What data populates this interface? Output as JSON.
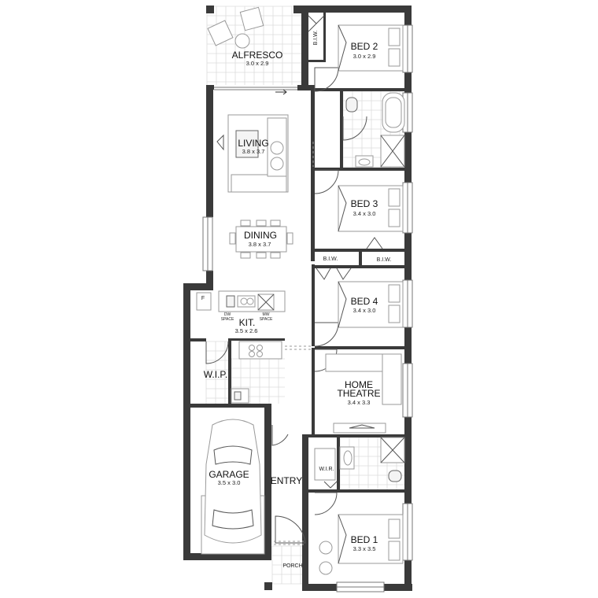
{
  "rooms": {
    "alfresco": {
      "name": "ALFRESCO",
      "size": "3.0 x 2.9"
    },
    "bed2": {
      "name": "BED 2",
      "size": "3.0 x 2.9"
    },
    "living": {
      "name": "LIVING",
      "size": "3.8 x 3.7"
    },
    "dining": {
      "name": "DINING",
      "size": "3.8 x 3.7"
    },
    "bed3": {
      "name": "BED 3",
      "size": "3.4 x 3.0"
    },
    "bed4": {
      "name": "BED 4",
      "size": "3.4 x 3.0"
    },
    "kitchen": {
      "name": "KIT.",
      "size": "3.5 x 2.6"
    },
    "theatre": {
      "line1": "HOME",
      "line2": "THEATRE",
      "size": "3.4 x 3.3"
    },
    "garage": {
      "name": "GARAGE",
      "size": "3.5 x 3.0"
    },
    "bed1": {
      "name": "BED 1",
      "size": "3.3 x 3.5"
    }
  },
  "tags": {
    "biw_bed2": "B.I.W.",
    "biw_bed3_left": "B.I.W.",
    "biw_bed3_right": "B.I.W.",
    "wip": "W.I.P.",
    "wir": "W.I.R.",
    "entry": "ENTRY",
    "porch": "PORCH",
    "fridge": "F",
    "dw_space_1": "DW",
    "dw_space_2": "SPACE",
    "mw_space_1": "MW",
    "mw_space_2": "SPACE"
  },
  "colors": {
    "wall": "#3a3a3a",
    "tile": "#dcdcdc",
    "furniture": "#9a9a9a"
  }
}
